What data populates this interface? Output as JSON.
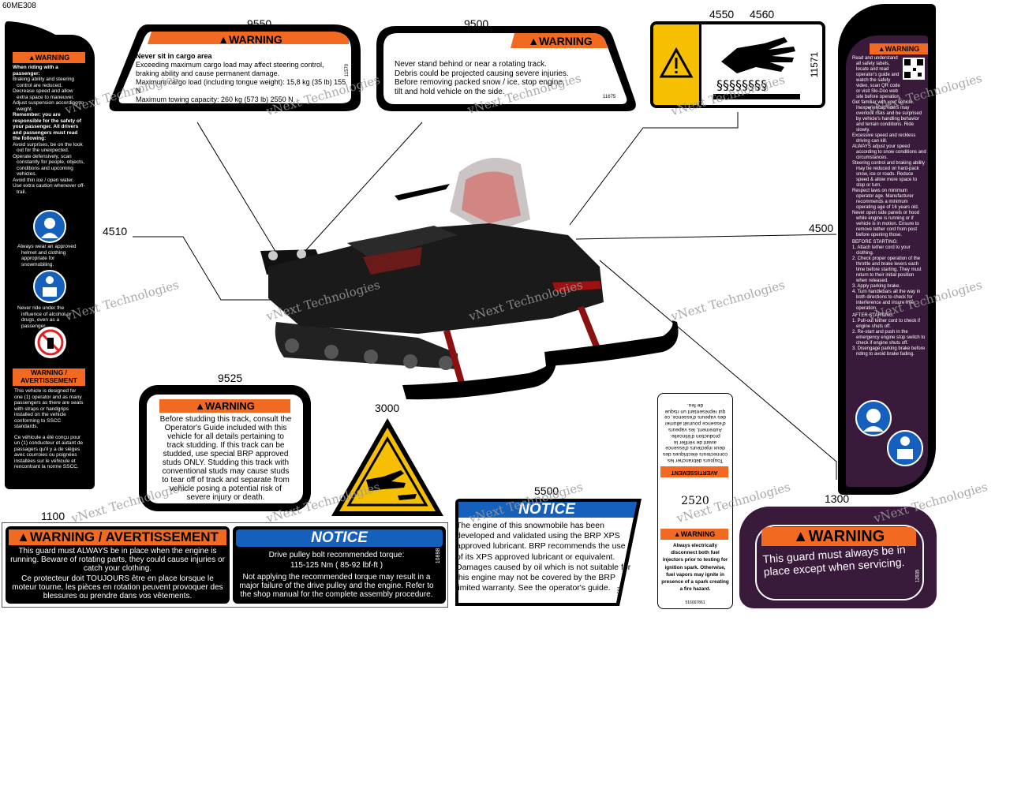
{
  "diagram_code": "60ME308",
  "watermark": "vNext Technologies",
  "callouts": {
    "c9550": "9550",
    "c9500": "9500",
    "c4550": "4550",
    "c4560": "4560",
    "c4510": "4510",
    "c4500": "4500",
    "c9525": "9525",
    "c3000": "3000",
    "c5500": "5500",
    "c1300": "1300",
    "c1100": "1100"
  },
  "labels": {
    "warning_word": "WARNING",
    "l9550": {
      "title": "Never sit in cargo area",
      "lines": [
        "Exceeding maximum cargo load may affect steering control,",
        "braking ability and cause permanent damage.",
        "Maximum cargo load (including tongue weight): 15,8 kg (35 lb) 155 N",
        "Maximum towing capacity: 260 kg (573 lb) 2550 N"
      ],
      "code": "11570"
    },
    "l9500": {
      "lines": [
        "Never stand behind or near a rotating track.",
        "Debris could be projected causing severe injuries.",
        "Before removing packed snow / ice, stop engine,",
        "tilt and hold vehicle on the side."
      ],
      "code": "11675"
    },
    "l4550": {
      "code": "11571"
    },
    "l4510": {
      "header": "WARNING",
      "intro": "When riding with a passenger:",
      "items_a": [
        "Braking ability and steering control are reduced.",
        "Decrease speed and allow extra space to maneuver.",
        "Adjust suspension according to weight."
      ],
      "remember": "Remember: you are responsible for the safety of your passenger. All drivers and passengers must read the following:",
      "items_b": [
        "Avoid surprises, be on the look out for the unexpected.",
        "Operate defensively, scan constantly for people, objects, conditions and upcoming vehicles.",
        "Avoid thin ice / open water.",
        "Use extra caution whenever off-trail."
      ],
      "items_c": [
        "Always wear an approved helmet and clothing appropriate for snowmobiling."
      ],
      "items_d": [
        "Never ride under the influence of alcohol or drugs, even as a passenger."
      ],
      "header2": "WARNING / AVERTISSEMENT",
      "english": "This vehicle is designed for one (1) operator and as many passengers as there are seats with straps or handgrips installed on the vehicle conforming to SSCC standards.",
      "french": "Ce véhicule a été conçu pour un (1) conducteur et autant de passagers qu'il y a de sièges avec courroies ou poignées installées sur le véhicule et rencontrant la norme SSCC."
    },
    "l4500": {
      "header": "WARNING",
      "items_a": [
        "Read and understand all safety labels, locate and read operator's guide and watch the safety video, scan QR code or visit Ski-Doo web site before operation.",
        "Get familiar with your vehicle. Inexperienced riders may overlook risks and be surprised by vehicle's handling behavior and terrain conditions. Ride slowly.",
        "Excessive speed and reckless driving can kill.",
        "ALWAYS adjust your speed according to snow conditions and circumstances.",
        "Steering control and braking ability may be reduced on hard-pack snow, ice or roads. Reduce speed & allow more space to stop or turn.",
        "Respect laws on minimum operator age. Manufacturer recommends a minimum operating age of 16 years old.",
        "Never open side panels or hood while engine is running or if vehicle is in motion. Ensure to remove tether cord from post before opening those."
      ],
      "before": "BEFORE STARTING:",
      "items_b": [
        "1. Attach tether cord to your clothing.",
        "2. Check proper operation of the throttle and brake levers each time before starting. They must return to their initial position when released.",
        "3. Apply parking brake.",
        "4. Turn handlebars all the way in both directions to check for interference and insure free operation."
      ],
      "after": "AFTER STARTING:",
      "items_c": [
        "1. Pull-out tether cord to check if engine shuts off.",
        "2. Re-start and push in the emergency engine stop switch to check if engine shuts off.",
        "3. Disengage parking brake before riding to avoid brake fading."
      ]
    },
    "l9525": {
      "text": "Before studding this track, consult the Operator's Guide included with this vehicle for all details pertaining to track studding. If this track can be studded, use special BRP approved studs ONLY. Studding this track with conventional studs may cause studs to tear off of track and separate from vehicle posing a potential risk of severe injury or death."
    },
    "l5500": {
      "header": "NOTICE",
      "text": "The engine of this snowmobile has been developed and validated using the BRP XPS approved lubricant. BRP recommends the use of its XPS approved lubricant or equivalent. Damages caused by oil which is not suitable for this engine may not be covered by the BRP limited warranty. See the operator's guide.",
      "code": "11561"
    },
    "l2520": {
      "french_header": "AVERTISSEMENT",
      "french_text": "Toujours débrancher les connecteurs électriques des deux injecteurs d'essence avant de vérifier la production d'étincelle. Autrement, les vapeurs d'essence pourrait allumer des vapeurs d'essence, ce qui représentant un risque de feu.",
      "number": "2520",
      "header": "WARNING",
      "text": "Always electrically disconnect both fuel injectors prior to testing for ignition spark. Otherwise, fuel vapors may ignite in presence of a spark creating a fire hazard.",
      "code": "516007861"
    },
    "l1300": {
      "header": "WARNING",
      "text": "This guard must always be in place except when servicing.",
      "code": "12635"
    },
    "l1100": {
      "header": "WARNING / AVERTISSEMENT",
      "english": "This guard must ALWAYS be in place when the engine is running. Beware of rotating parts, they could cause injuries or catch your clothing.",
      "french": "Ce protecteur doit TOUJOURS être en place lorsque le moteur tourne, les pièces en rotation peuvent provoquer des blessures ou prendre dans vos vêtements.",
      "notice_header": "NOTICE",
      "notice_title": "Drive pulley bolt recommended torque:",
      "notice_torque": "115-125 Nm ( 85-92 lbf-ft )",
      "notice_text": "Not applying the recommended torque may result in a major failure of the drive pulley and the engine. Refer to the shop manual for the complete assembly procedure.",
      "code": "10898"
    }
  },
  "colors": {
    "warning_orange": "#f26a21",
    "notice_blue": "#1560bd",
    "caution_yellow": "#f6c000",
    "plum": "#3a1a3a"
  }
}
